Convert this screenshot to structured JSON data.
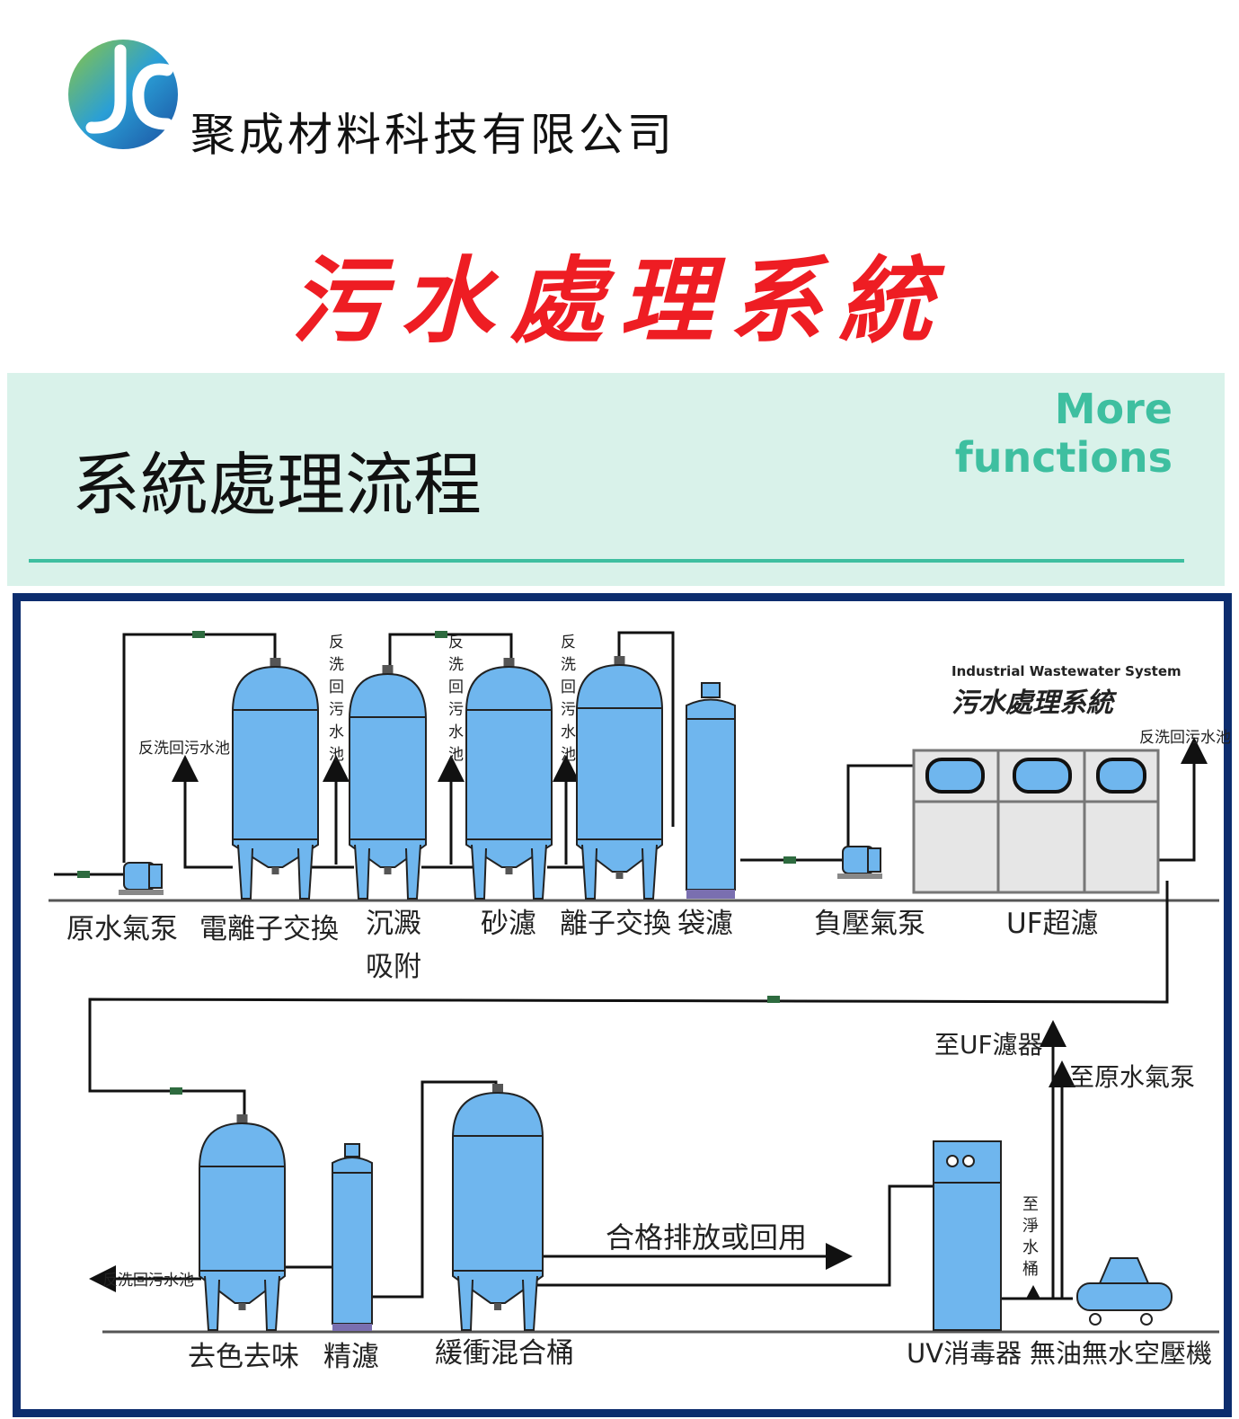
{
  "header": {
    "company_name": "聚成材料科技有限公司",
    "main_title": "污水處理系統"
  },
  "banner": {
    "title": "系統處理流程",
    "more_line1": "More",
    "more_line2": "functions"
  },
  "diagram": {
    "brand_en": "Industrial Wastewater System",
    "brand_cn": "污水處理系統",
    "backwash_label": "反洗回污水池",
    "backwash_vertical": [
      "反",
      "洗",
      "回",
      "污",
      "水",
      "池"
    ],
    "top_row": [
      {
        "name": "原水氣泵"
      },
      {
        "name": "電離子交換"
      },
      {
        "name": "沉澱",
        "name2": "吸附"
      },
      {
        "name": "砂濾"
      },
      {
        "name": "離子交換"
      },
      {
        "name": "袋濾"
      },
      {
        "name": "負壓氣泵"
      },
      {
        "name": "UF超濾"
      }
    ],
    "bottom_row": [
      {
        "name": "去色去味"
      },
      {
        "name": "精濾"
      },
      {
        "name": "緩衝混合桶"
      },
      {
        "name": "UV消毒器"
      },
      {
        "name": "無油無水空壓機"
      }
    ],
    "discharge_label": "合格排放或回用",
    "to_uf_label": "至UF濾器",
    "to_pump_label": "至原水氣泵",
    "to_clean_tank_vertical": [
      "至",
      "淨",
      "水",
      "桶"
    ]
  },
  "colors": {
    "accent_red": "#ee1d23",
    "accent_green": "#3ebfa0",
    "banner_bg": "#d9f2ea",
    "frame_blue": "#0d2d6e",
    "tank_blue": "#6fb6ee"
  }
}
